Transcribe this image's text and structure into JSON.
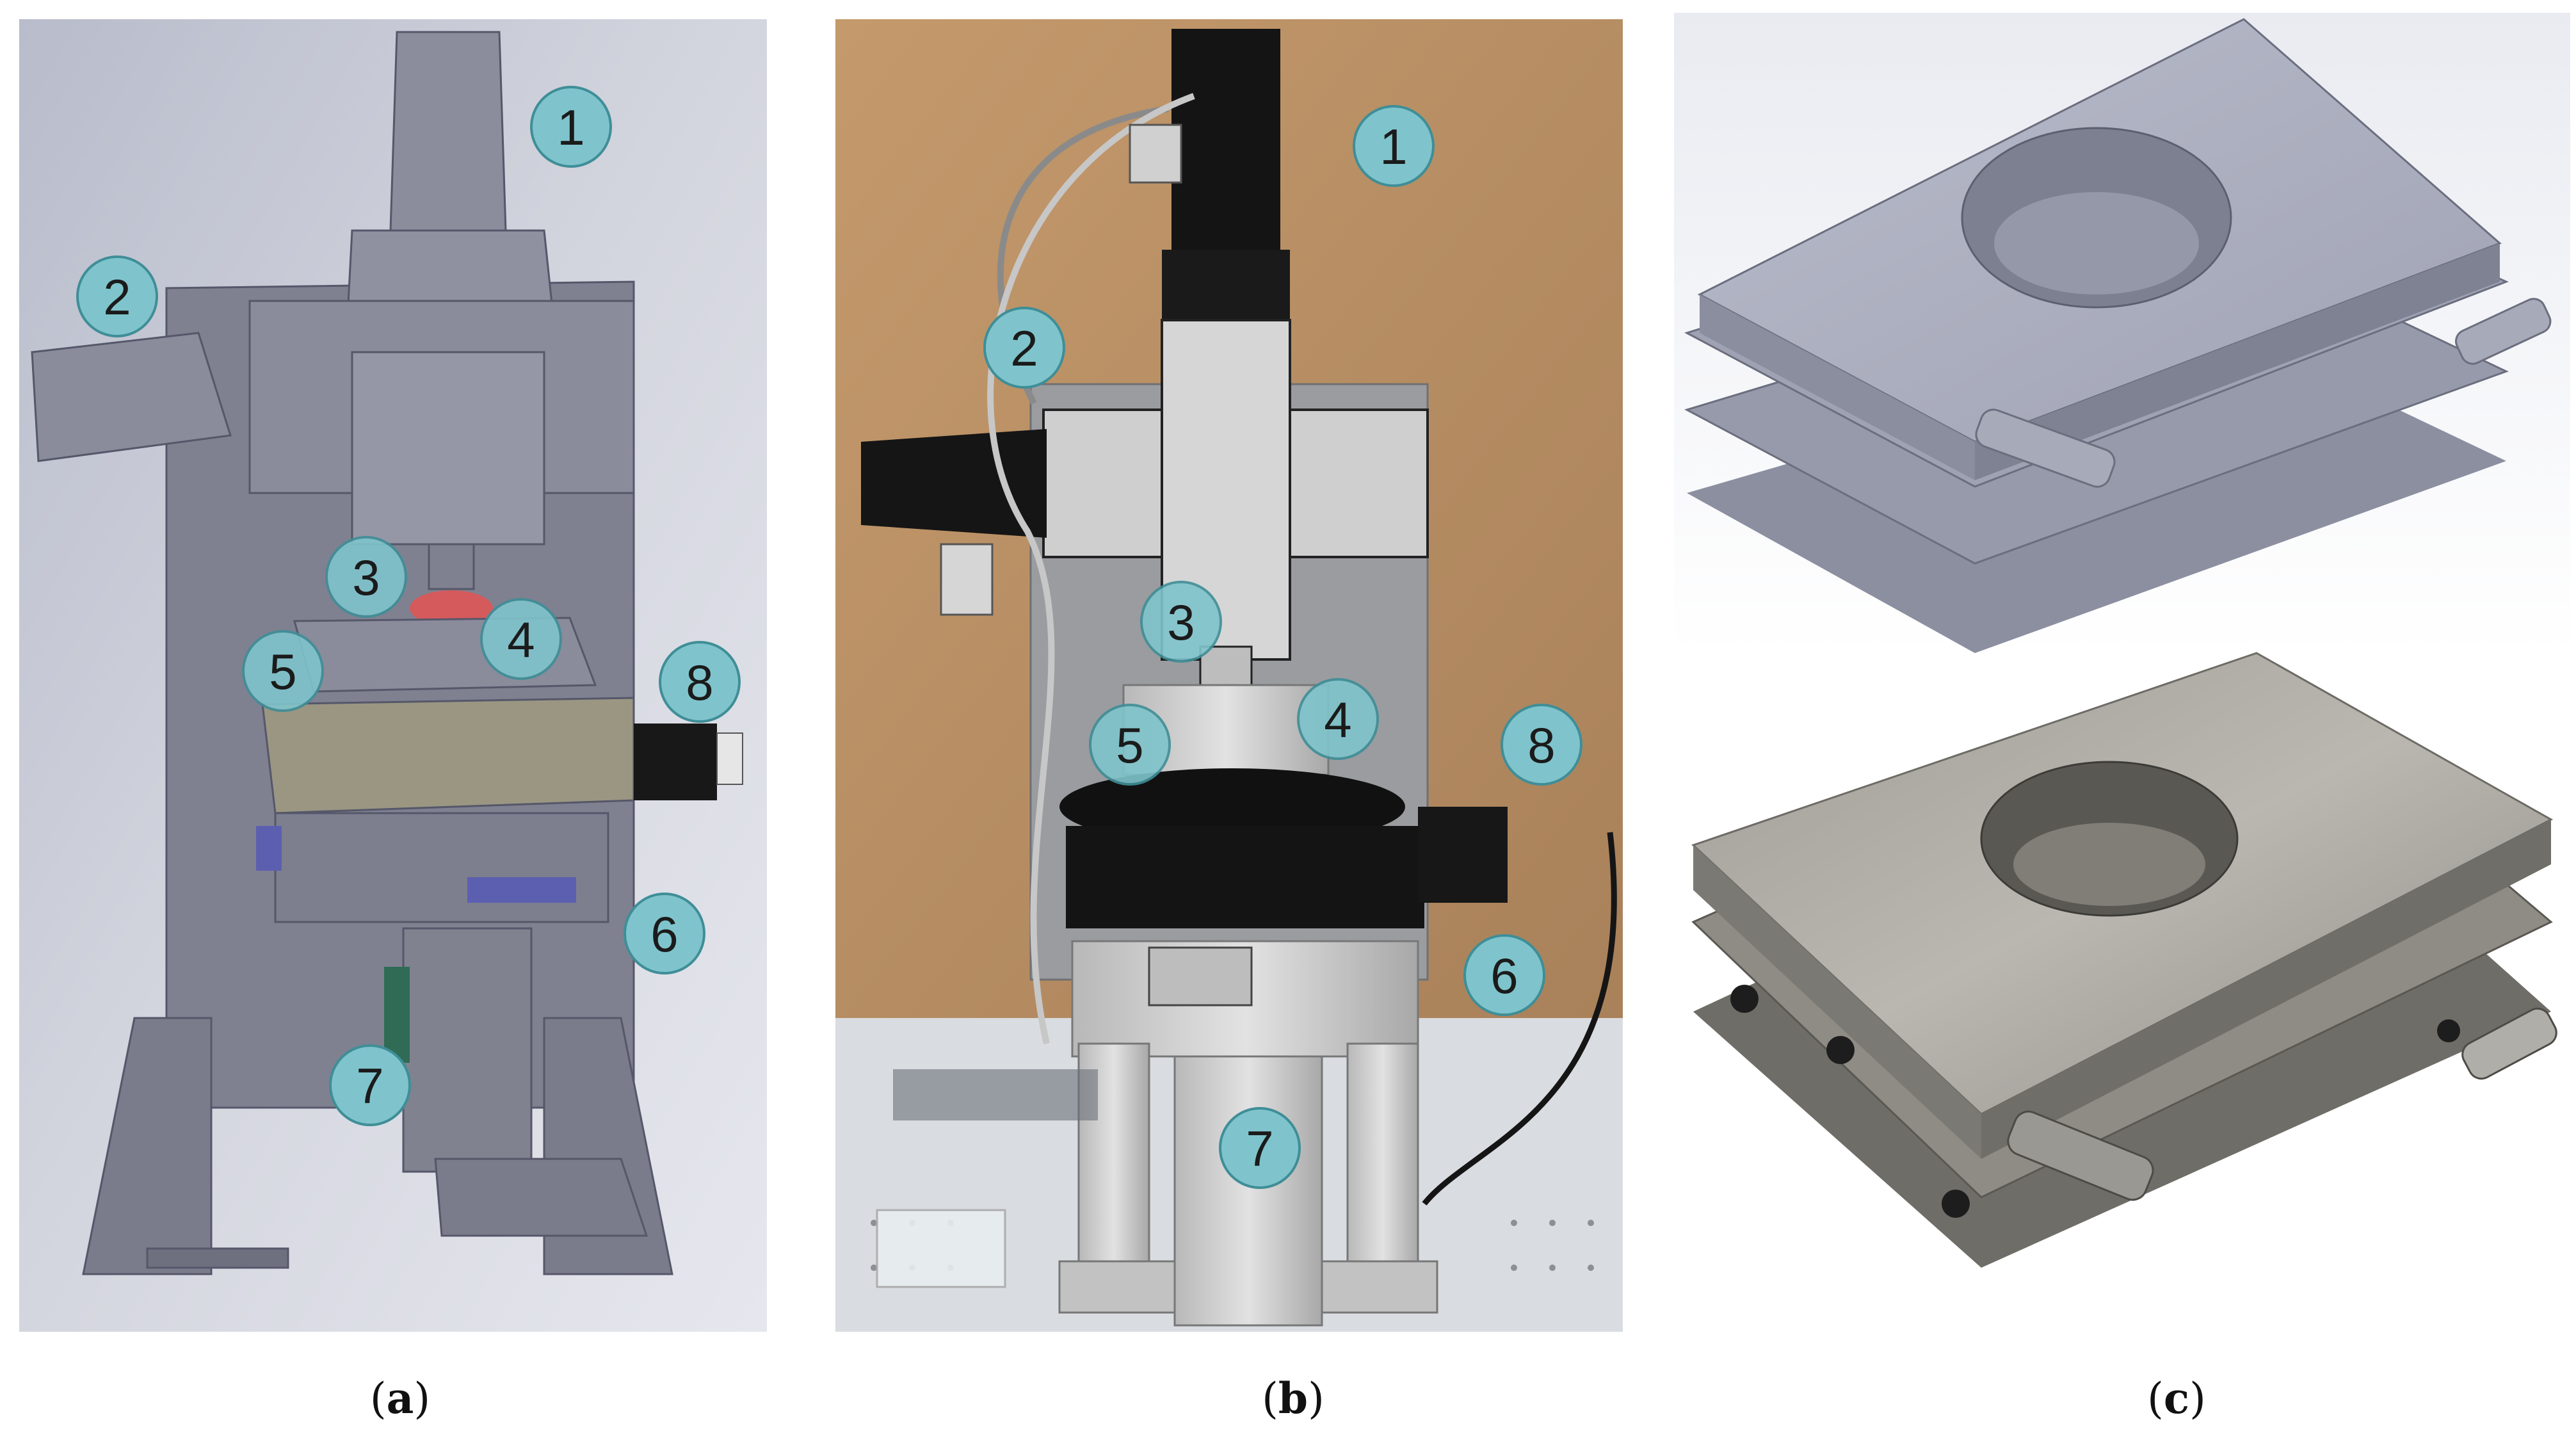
{
  "panels": [
    {
      "id": "a",
      "caption_open": "(",
      "caption_letter": "a",
      "caption_close": ")",
      "style": "CAD rendering of assembled stage",
      "markers": [
        "1",
        "2",
        "3",
        "4",
        "5",
        "6",
        "7",
        "8"
      ]
    },
    {
      "id": "b",
      "caption_open": "(",
      "caption_letter": "b",
      "caption_close": ")",
      "style": "Photograph of assembled stage",
      "markers": [
        "1",
        "2",
        "3",
        "4",
        "5",
        "6",
        "7",
        "8"
      ]
    },
    {
      "id": "c",
      "caption_open": "(",
      "caption_letter": "c",
      "caption_close": ")",
      "style": "CAD rendering and photograph of XY stage",
      "markers": []
    }
  ],
  "colors": {
    "marker_fill": "#7fc4cc",
    "marker_stroke": "#3f8e97",
    "cad_bg": "#cfd2dc",
    "cad_metal": "#8a8c9b",
    "photo_wall": "#b58c62",
    "black_part": "#151515",
    "aluminum": "#c9c9c9"
  }
}
